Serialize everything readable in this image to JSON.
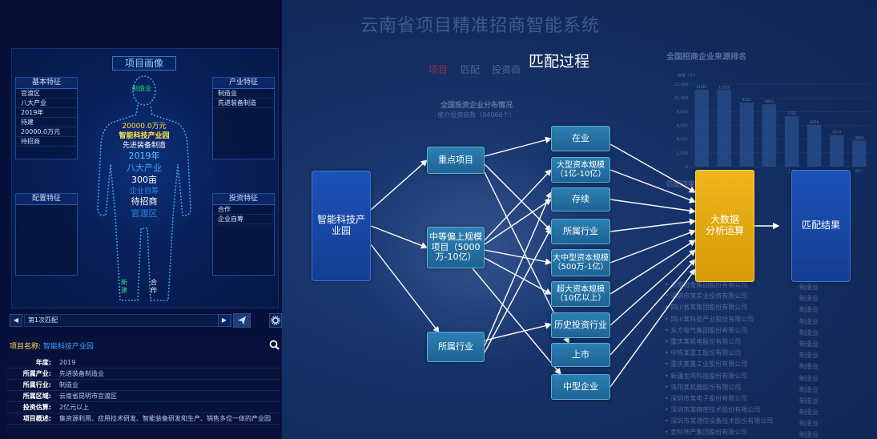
{
  "app_title": "云南省项目精准招商智能系统",
  "profile": {
    "title": "项目画像",
    "basic_feature": {
      "title": "基本特征",
      "items": [
        "官渡区",
        "八大产业",
        "2019年",
        "待建",
        "20000.0万元",
        "待招商"
      ]
    },
    "industry_feature": {
      "title": "产业特征",
      "items": [
        "制造业",
        "先进装备制造"
      ]
    },
    "resource_feature": {
      "title": "配置特征",
      "items": []
    },
    "invest_feature": {
      "title": "投资特征",
      "items": [
        "合作",
        "企业自筹"
      ]
    },
    "figure": {
      "head_text": "制造业",
      "lines": [
        "20000.0万元",
        "智能科技产业园",
        "先进装备制造",
        "2019年",
        "八大产业",
        "300亩",
        "企业自筹",
        "待招商",
        "官渡区"
      ],
      "leg_left": "新建",
      "leg_right": "合作"
    }
  },
  "nav": {
    "match_label": "第1次匹配",
    "prev": "◀",
    "next": "▶"
  },
  "detail": {
    "name_label": "项目名称:",
    "name_value": "智能科技产业园",
    "rows": [
      {
        "k": "年度:",
        "v": "2019"
      },
      {
        "k": "所属产业:",
        "v": "先进装备制造业"
      },
      {
        "k": "所属行业:",
        "v": "制造业"
      },
      {
        "k": "所属区域:",
        "v": "云南省昆明市官渡区"
      },
      {
        "k": "投资估算:",
        "v": "2亿元以上"
      },
      {
        "k": "项目概述:",
        "v": "集资源利用、应用技术研发、智能装备研发和生产、销售多位一体的产业园"
      }
    ]
  },
  "background": {
    "tabs": [
      "项目",
      "匹配",
      "投资商"
    ],
    "map_title": "全国投资企业分布情况",
    "map_subtitle": "推介投资商数（94066个）",
    "chart_title": "全国招商企业来源排名",
    "chart_unit": "数量（个）",
    "chart_data": {
      "type": "bar",
      "categories": [
        "",
        "",
        "",
        "",
        "上海",
        "",
        "",
        "四川"
      ],
      "values": [
        11161,
        11152,
        9331,
        9083,
        7333,
        6076,
        4574,
        3800
      ],
      "ylim": [
        0,
        12000
      ],
      "yticks": [
        0,
        2000,
        4000,
        6000,
        8000,
        10000,
        12000
      ]
    },
    "list_title": "匹配结果",
    "companies": [
      {
        "name": "云南冶金集团股份有限公司",
        "industry": "制造业"
      },
      {
        "name": "深圳市某实业投资有限公司",
        "industry": "制造业"
      },
      {
        "name": "四川省某集团股份有限公司",
        "industry": "制造业"
      },
      {
        "name": "四川某科技产业股份有限公司",
        "industry": "制造业"
      },
      {
        "name": "东方电气集团股份有限公司",
        "industry": "制造业"
      },
      {
        "name": "重庆某机电股份有限公司",
        "industry": "制造业"
      },
      {
        "name": "中铁某重工股份有限公司",
        "industry": "制造业"
      },
      {
        "name": "重庆某重工业股份有限公司",
        "industry": "制造业"
      },
      {
        "name": "新疆金风科技股份有限公司",
        "industry": "制造业"
      },
      {
        "name": "洛阳某机器股份有限公司",
        "industry": "制造业"
      },
      {
        "name": "深圳市某电子股份有限公司",
        "industry": "制造业"
      },
      {
        "name": "深圳市某精密技术股份有限公司",
        "industry": "制造业"
      },
      {
        "name": "深圳市某通信设备技术股份有限公司",
        "industry": "制造业"
      },
      {
        "name": "金科地产集团股份有限公司",
        "industry": "制造业"
      }
    ]
  },
  "flow": {
    "title": "匹配过程",
    "source": "智能科技产业园",
    "middle": [
      "重点项目",
      "中等偏上规模项目（5000万-10亿）",
      "所属行业"
    ],
    "criteria": [
      "在业",
      "大型资本规模（1亿-10亿）",
      "存续",
      "所属行业",
      "大中型资本规模（500万-1亿）",
      "超大资本规模（10亿以上）",
      "历史投资行业",
      "上市",
      "中型企业"
    ],
    "engine": "大数据\n分析运算",
    "result": "匹配结果"
  },
  "colors": {
    "accent": "#2c7fb2",
    "gold": "#f0b51a",
    "background": "#071339"
  }
}
